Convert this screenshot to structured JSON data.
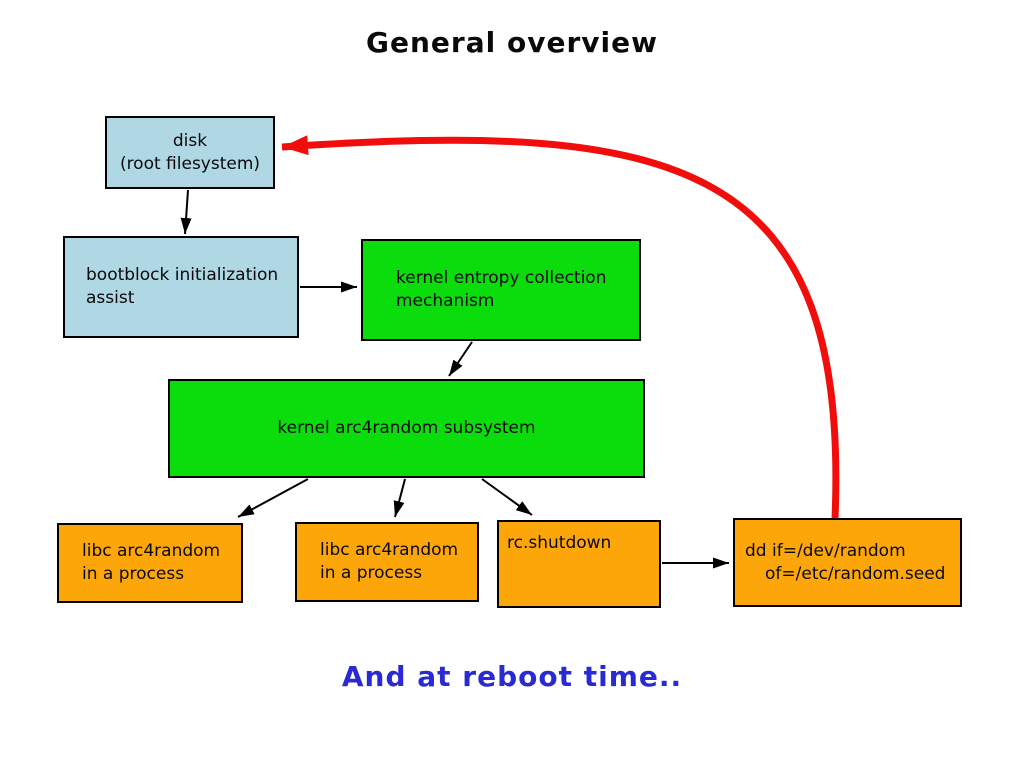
{
  "title": "General overview",
  "footer": "And at reboot time..",
  "colors": {
    "box_blue": "#afd7e4",
    "box_green": "#0bdc0b",
    "box_orange": "#fca60a",
    "arrow_red": "#f20d0d",
    "arrow_black": "#000000",
    "footer_blue": "#2a2ad5",
    "title_black": "#0a0a0a"
  },
  "nodes": {
    "disk": {
      "lines": [
        "disk",
        "(root filesystem)"
      ]
    },
    "bootblock": {
      "lines": [
        "bootblock initialization",
        "assist"
      ]
    },
    "entropy": {
      "lines": [
        "kernel entropy collection",
        "mechanism"
      ]
    },
    "arc4random": {
      "lines": [
        "kernel arc4random subsystem"
      ]
    },
    "libc_a": {
      "lines": [
        "libc arc4random",
        "in a process"
      ]
    },
    "libc_b": {
      "lines": [
        "libc arc4random",
        "in a process"
      ]
    },
    "rc_shutdown": {
      "lines": [
        "rc.shutdown"
      ]
    },
    "dd": {
      "lines": [
        "dd if=/dev/random",
        "of=/etc/random.seed"
      ]
    }
  }
}
